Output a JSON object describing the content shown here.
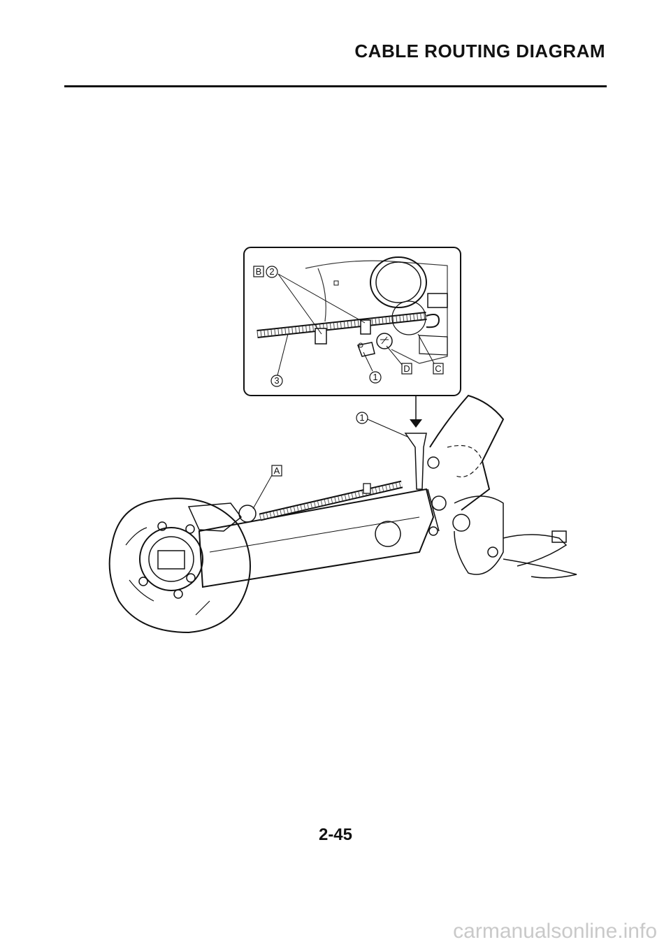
{
  "header": {
    "title": "CABLE ROUTING DIAGRAM"
  },
  "footer": {
    "page_number": "2-45",
    "watermark": "carmanualsonline.info"
  },
  "callouts": {
    "inset_b": "B",
    "inset_2": "2",
    "inset_3": "3",
    "inset_1": "1",
    "inset_d": "D",
    "inset_c": "C",
    "main_1": "1",
    "main_a": "A"
  }
}
